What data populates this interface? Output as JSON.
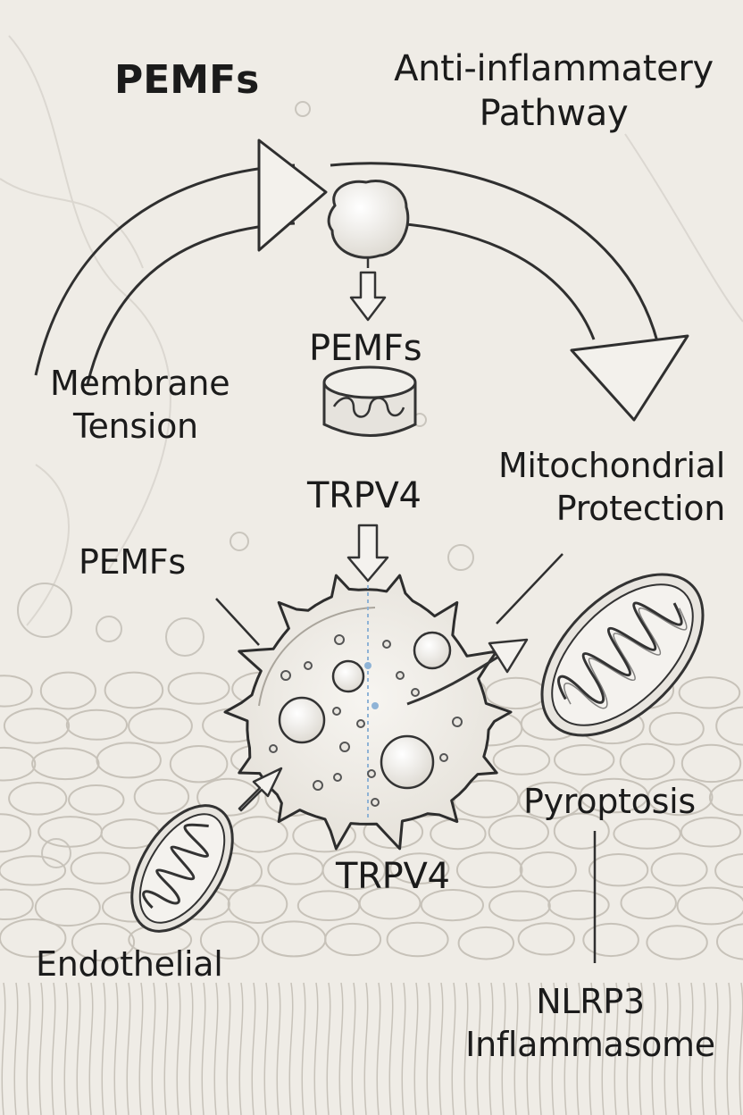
{
  "labels": {
    "pemfs_top": "PEMFs",
    "anti_inflammatory_line1": "Anti-inflammatery",
    "anti_inflammatory_line2": "Pathway",
    "pemfs_mid": "PEMFs",
    "membrane_line1": "Membrane",
    "membrane_line2": "Tension",
    "mitochondrial_line1": "Mitochondrial",
    "mitochondrial_line2": "Protection",
    "trpv4_top": "TRPV4",
    "pemfs_left": "PEMFs",
    "pyroptosis": "Pyroptosis",
    "trpv4_bottom": "TRPV4",
    "endothelial": "Endothelial",
    "nlrp3_line1": "NLRP3",
    "nlrp3_line2": "Inflammasome"
  },
  "colors": {
    "background": "#efece6",
    "ink": "#2a2a2a",
    "light_ink": "#bdb9b1",
    "accent_blue": "#8fb3d6"
  }
}
